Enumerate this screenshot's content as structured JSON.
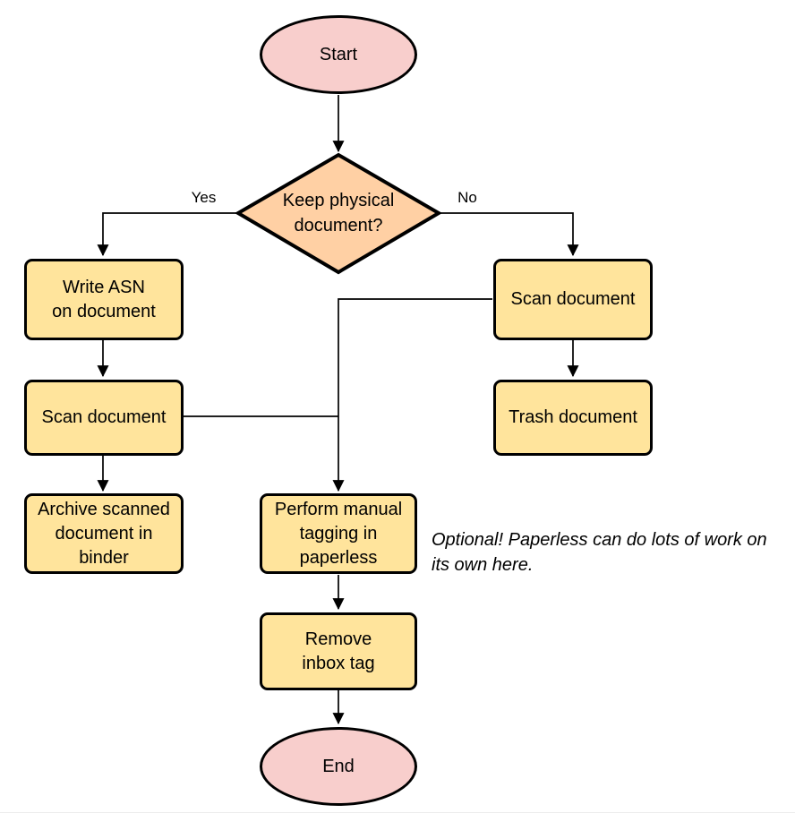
{
  "colors": {
    "terminator_fill": "#f8cecc",
    "decision_fill": "#ffd0a4",
    "process_fill": "#ffe49c",
    "stroke": "#000000",
    "background": "#ffffff"
  },
  "nodes": {
    "start": {
      "type": "terminator",
      "label": "Start"
    },
    "decision": {
      "type": "decision",
      "label": "Keep physical\ndocument?"
    },
    "write_asn": {
      "type": "process",
      "label": "Write ASN\non document"
    },
    "scan_left": {
      "type": "process",
      "label": "Scan document"
    },
    "archive": {
      "type": "process",
      "label": "Archive scanned\ndocument in\nbinder"
    },
    "scan_right": {
      "type": "process",
      "label": "Scan document"
    },
    "trash": {
      "type": "process",
      "label": "Trash document"
    },
    "tagging": {
      "type": "process",
      "label": "Perform manual\ntagging in\npaperless"
    },
    "remove_inbox": {
      "type": "process",
      "label": "Remove\ninbox tag"
    },
    "end": {
      "type": "terminator",
      "label": "End"
    }
  },
  "edge_labels": {
    "yes": "Yes",
    "no": "No"
  },
  "annotation": {
    "line1": "Optional! Paperless can do lots of work on",
    "line2": "its own here."
  }
}
